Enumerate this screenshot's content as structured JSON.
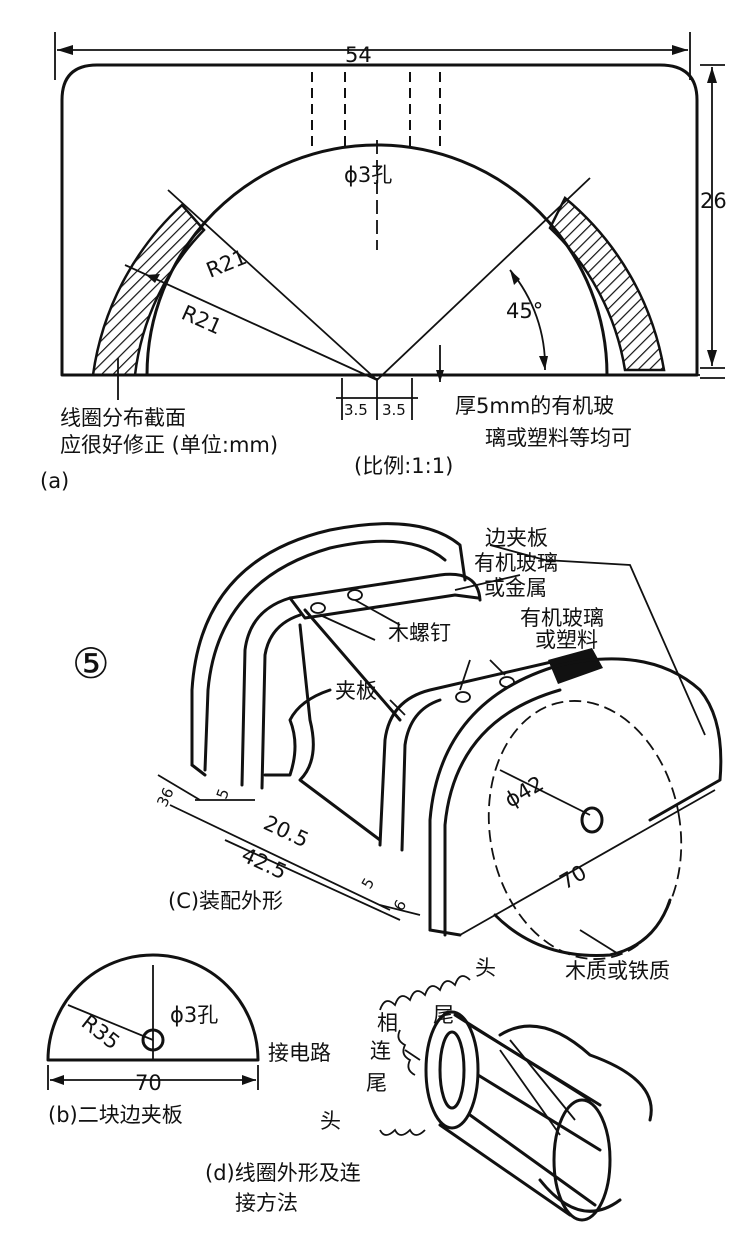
{
  "panel_a": {
    "dim_width": "54",
    "dim_height": "26",
    "hole": "ϕ3孔",
    "radius_1": "R21",
    "radius_2": "R21",
    "angle": "45°",
    "offset_left": "3.5",
    "offset_right": "3.5",
    "note_section_1": "线圈分布截面",
    "note_section_2": "应很好修正 (单位:mm)",
    "note_material_1": "厚5mm的有机玻",
    "note_material_2": "璃或塑料等均可",
    "scale": "(比例:1:1)",
    "label": "(a)"
  },
  "figure_number": "⑤",
  "panel_c": {
    "side_plate": "边夹板",
    "side_material_1": "有机玻璃",
    "side_material_2": "或金属",
    "strip_material_1": "有机玻璃",
    "strip_material_2": "或塑料",
    "screws": "木螺钉",
    "clamp_plate": "夹板",
    "diameter": "ϕ42",
    "length": "70",
    "dim_36": "36",
    "dim_5_left": "5",
    "dim_20_5": "20.5",
    "dim_42_5": "42.5",
    "dim_5_right": "5",
    "dim_6": "6",
    "base_material": "木质或铁质",
    "caption": "(C)装配外形"
  },
  "panel_b": {
    "radius": "R35",
    "hole": "ϕ3孔",
    "width": "70",
    "caption": "(b)二块边夹板"
  },
  "panel_d": {
    "head_top": "头",
    "tail_top": "尾",
    "adjacent": "相",
    "connect": "连",
    "connect_circuit": "接电路",
    "tail_bottom": "尾",
    "head_bottom": "头",
    "caption_1": "(d)线圈外形及连",
    "caption_2": "接方法"
  }
}
